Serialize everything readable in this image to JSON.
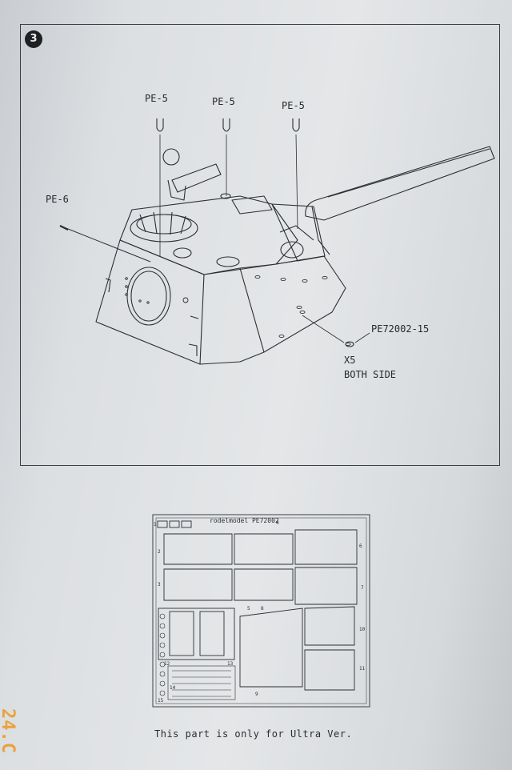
{
  "step": {
    "number": "3"
  },
  "callouts": {
    "pe5_left": "PE-5",
    "pe5_mid": "PE-5",
    "pe5_right": "PE-5",
    "pe6": "PE-6",
    "pe72002_15": "PE72002-15",
    "qty": "X5",
    "both_side": "BOTH SIDE"
  },
  "fret": {
    "brand": "rodelmodel  PE72002",
    "numbers": [
      "1",
      "2",
      "3",
      "4",
      "5",
      "6",
      "7",
      "8",
      "9",
      "10",
      "11",
      "12",
      "13",
      "14",
      "15"
    ]
  },
  "caption": "This part is only for Ultra Ver.",
  "photo_date_stamp": "24.C"
}
